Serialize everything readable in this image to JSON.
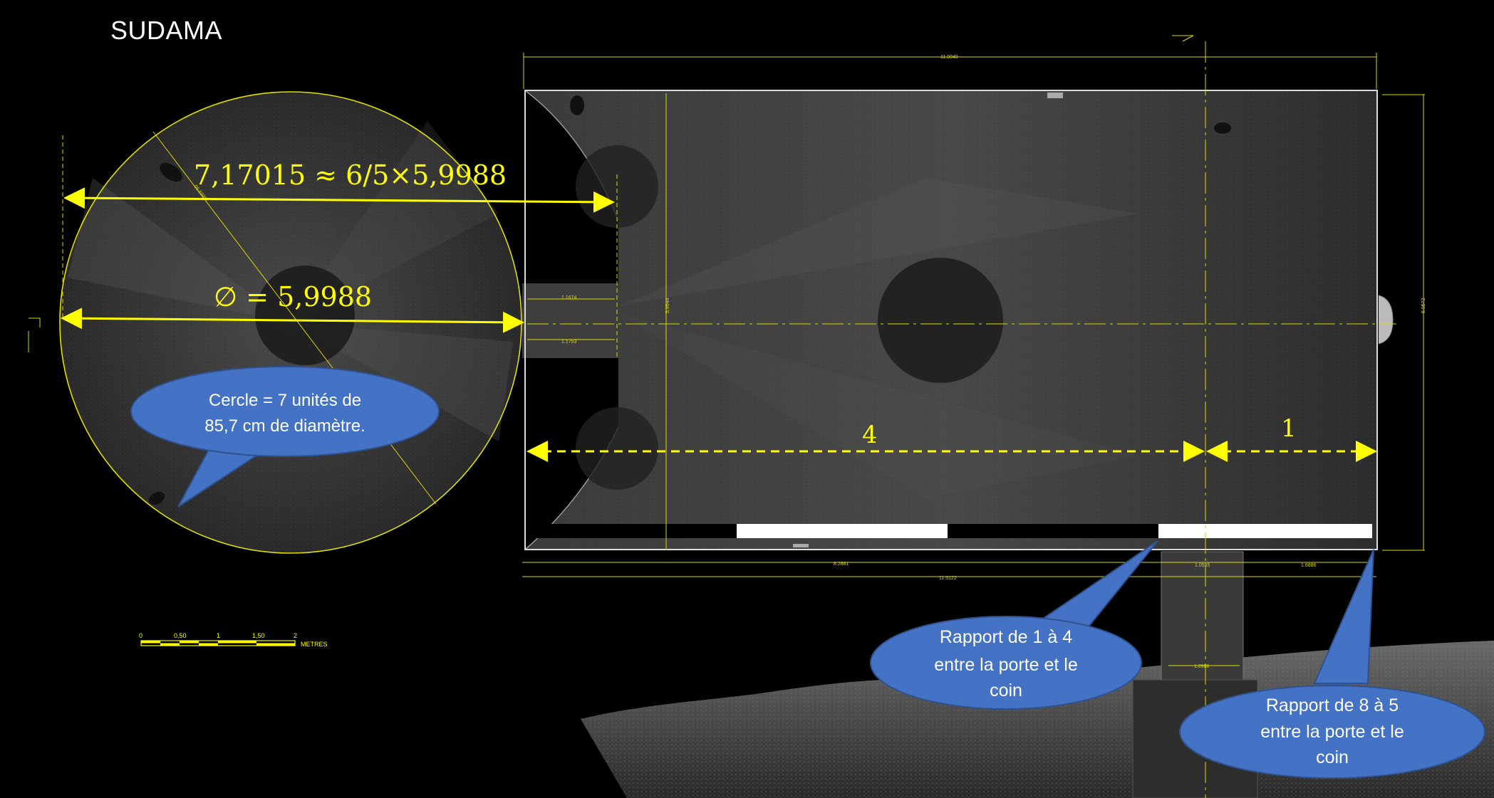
{
  "title": "SUDAMA",
  "dimensions": {
    "top_total": "11.0049",
    "bottom_total": "11.0122",
    "bottom_left": "8.2681",
    "bottom_door": "1.0555",
    "bottom_right": "1.6886",
    "right_height": "5.9572",
    "center_height": "5.9644",
    "porch_top": "1.1674",
    "porch_bottom": "1.1753",
    "door_bottom": "1.0986",
    "circle_diag": "05.6989"
  },
  "annotations": {
    "big_formula": "7,17015 ≈ 6/5×5,9988",
    "diameter": "∅ = 5,9988",
    "ratio_4": "4",
    "ratio_1": "1"
  },
  "callouts": {
    "circle": [
      "Cercle = 7 unités de",
      "85,7 cm de diamètre."
    ],
    "door_1_4": [
      "Rapport de 1 à 4",
      "entre la porte et le",
      "coin"
    ],
    "door_8_5": [
      "Rapport de 8 à 5",
      "entre la porte et le",
      "coin"
    ]
  },
  "scale_bar": {
    "ticks": [
      "0",
      "0,50",
      "1",
      "1,50",
      "2"
    ],
    "unit": "METRES"
  },
  "colors": {
    "annotation": "#ffff00",
    "callout_fill": "#4472c4",
    "callout_stroke": "#2f528f",
    "background": "#000000"
  }
}
